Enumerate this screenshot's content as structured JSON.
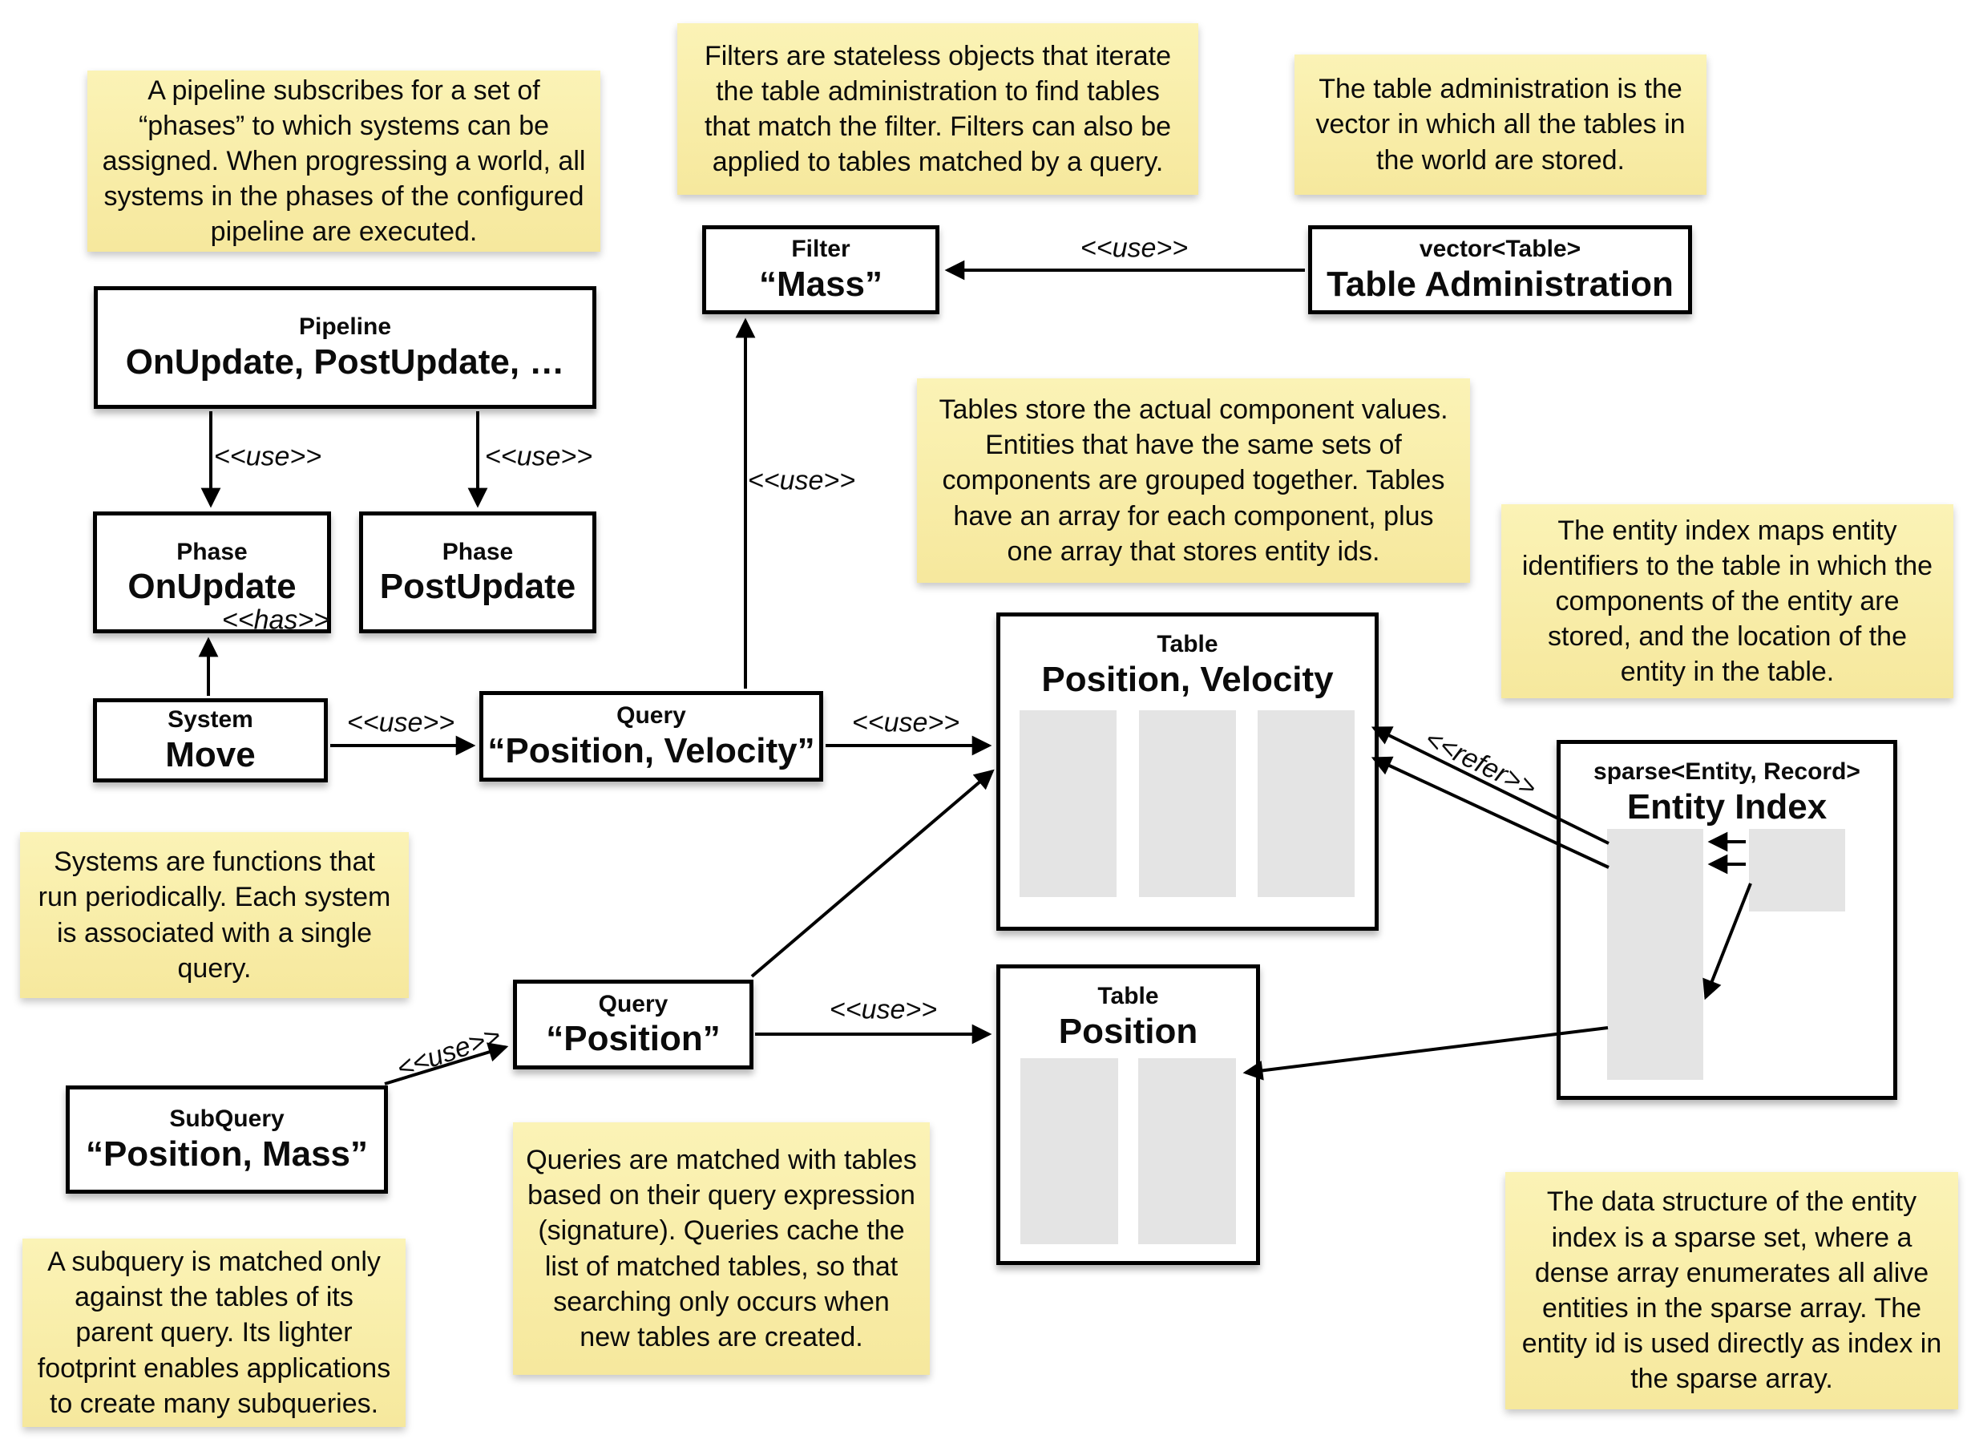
{
  "labels": {
    "use": "<<use>>",
    "has": "<<has>>",
    "refer": "<<refer>>"
  },
  "boxes": {
    "pipeline": {
      "stereotype": "Pipeline",
      "name": "OnUpdate, PostUpdate, …"
    },
    "phase_onupdate": {
      "stereotype": "Phase",
      "name": "OnUpdate"
    },
    "phase_postupdate": {
      "stereotype": "Phase",
      "name": "PostUpdate"
    },
    "filter": {
      "stereotype": "Filter",
      "name": "“Mass”"
    },
    "table_admin": {
      "stereotype": "vector<Table>",
      "name": "Table Administration"
    },
    "system": {
      "stereotype": "System",
      "name": "Move"
    },
    "query_pv": {
      "stereotype": "Query",
      "name": "“Position, Velocity”"
    },
    "table_pv": {
      "stereotype": "Table",
      "name": "Position, Velocity"
    },
    "entity_index": {
      "stereotype": "sparse<Entity, Record>",
      "name": "Entity Index"
    },
    "query_pos": {
      "stereotype": "Query",
      "name": "“Position”"
    },
    "table_pos": {
      "stereotype": "Table",
      "name": "Position"
    },
    "subquery": {
      "stereotype": "SubQuery",
      "name": "“Position, Mass”"
    }
  },
  "notes": {
    "pipeline": "A pipeline subscribes for a set of “phases” to which systems can be assigned. When progressing a world, all systems in the phases of the configured pipeline are executed.",
    "filters": "Filters are stateless objects that iterate the table administration to find tables that match the filter. Filters can also be applied to tables matched by a query.",
    "table_admin": "The table administration is the vector in which all the tables in the world are stored.",
    "tables": "Tables store the actual component values. Entities that have the same sets of components are grouped together. Tables have an array for each component, plus one array that stores entity ids.",
    "entity_index": "The entity index maps entity identifiers to the table in which the components of the entity are stored, and the location of the entity in the table.",
    "systems": "Systems are functions that run periodically. Each system is associated with a single query.",
    "queries": "Queries are matched with tables based on their query expression (signature). Queries cache the list of matched tables, so that searching only occurs when new tables are created.",
    "subquery": "A subquery is matched only against the tables of its parent query. Its lighter footprint enables applications to create many subqueries.",
    "sparse_set": "The data structure of the entity index is a sparse set, where a dense array enumerates all alive entities in the sparse array. The entity id is used directly as index in the sparse array."
  },
  "colors": {
    "note_bg_top": "#FBF3B6",
    "note_bg_bottom": "#F6E89D",
    "box_border": "#000000",
    "box_bg": "#FFFFFF",
    "array_fill": "#E4E4E4"
  }
}
